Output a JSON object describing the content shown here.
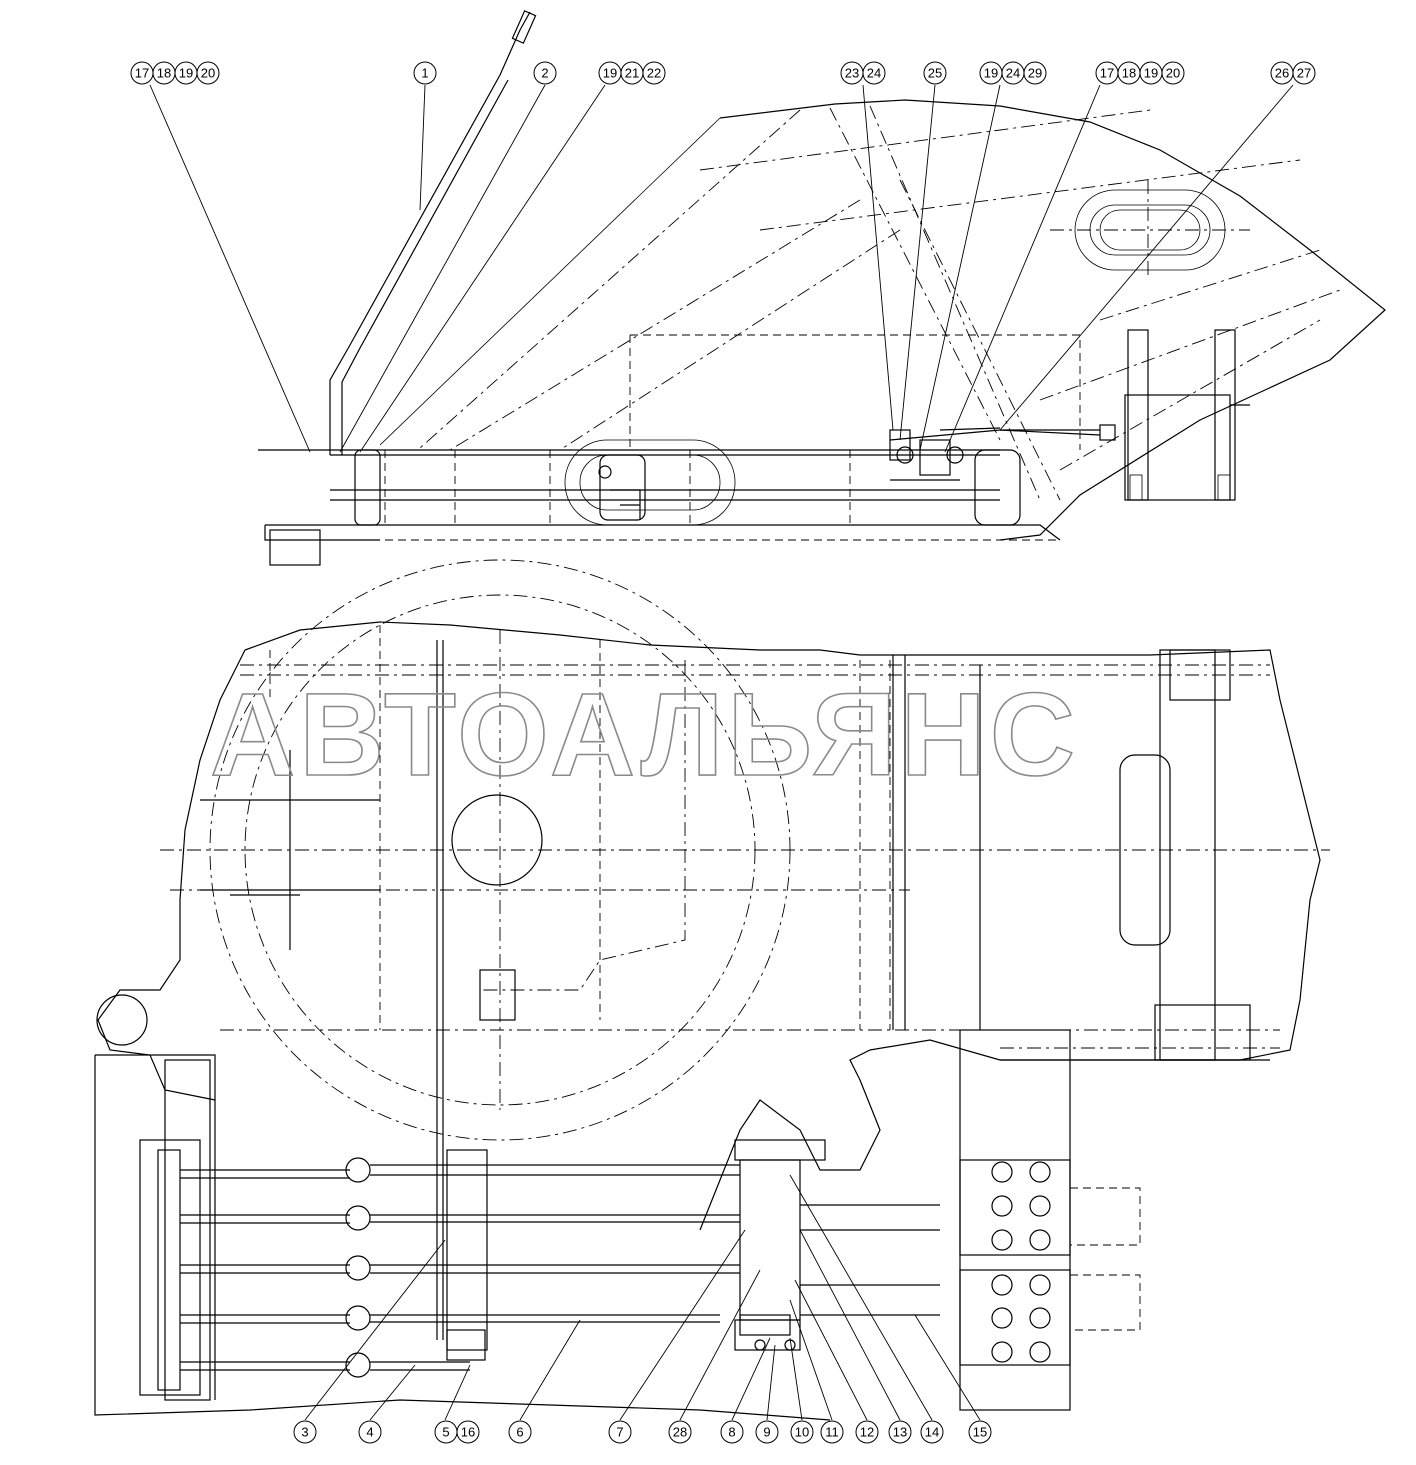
{
  "watermark": "АВТОАЛЬЯНС",
  "top_view": {
    "callouts": [
      {
        "id": "c-top-17-18-19-20-left",
        "numbers": [
          "17",
          "18",
          "19",
          "20"
        ]
      },
      {
        "id": "c-top-1",
        "numbers": [
          "1"
        ]
      },
      {
        "id": "c-top-2",
        "numbers": [
          "2"
        ]
      },
      {
        "id": "c-top-19-21-22",
        "numbers": [
          "19",
          "21",
          "22"
        ]
      },
      {
        "id": "c-top-23-24",
        "numbers": [
          "23",
          "24"
        ]
      },
      {
        "id": "c-top-25",
        "numbers": [
          "25"
        ]
      },
      {
        "id": "c-top-19-24-29",
        "numbers": [
          "19",
          "24",
          "29"
        ]
      },
      {
        "id": "c-top-17-18-19-20-right",
        "numbers": [
          "17",
          "18",
          "19",
          "20"
        ]
      },
      {
        "id": "c-top-26-27",
        "numbers": [
          "26",
          "27"
        ]
      }
    ]
  },
  "bottom_view": {
    "callouts": [
      {
        "id": "c-bot-3",
        "numbers": [
          "3"
        ]
      },
      {
        "id": "c-bot-4",
        "numbers": [
          "4"
        ]
      },
      {
        "id": "c-bot-5-16",
        "numbers": [
          "5",
          "16"
        ]
      },
      {
        "id": "c-bot-6",
        "numbers": [
          "6"
        ]
      },
      {
        "id": "c-bot-7",
        "numbers": [
          "7"
        ]
      },
      {
        "id": "c-bot-28",
        "numbers": [
          "28"
        ]
      },
      {
        "id": "c-bot-8",
        "numbers": [
          "8"
        ]
      },
      {
        "id": "c-bot-9",
        "numbers": [
          "9"
        ]
      },
      {
        "id": "c-bot-10",
        "numbers": [
          "10"
        ]
      },
      {
        "id": "c-bot-11",
        "numbers": [
          "11"
        ]
      },
      {
        "id": "c-bot-12",
        "numbers": [
          "12"
        ]
      },
      {
        "id": "c-bot-13",
        "numbers": [
          "13"
        ]
      },
      {
        "id": "c-bot-14",
        "numbers": [
          "14"
        ]
      },
      {
        "id": "c-bot-15",
        "numbers": [
          "15"
        ]
      }
    ]
  }
}
